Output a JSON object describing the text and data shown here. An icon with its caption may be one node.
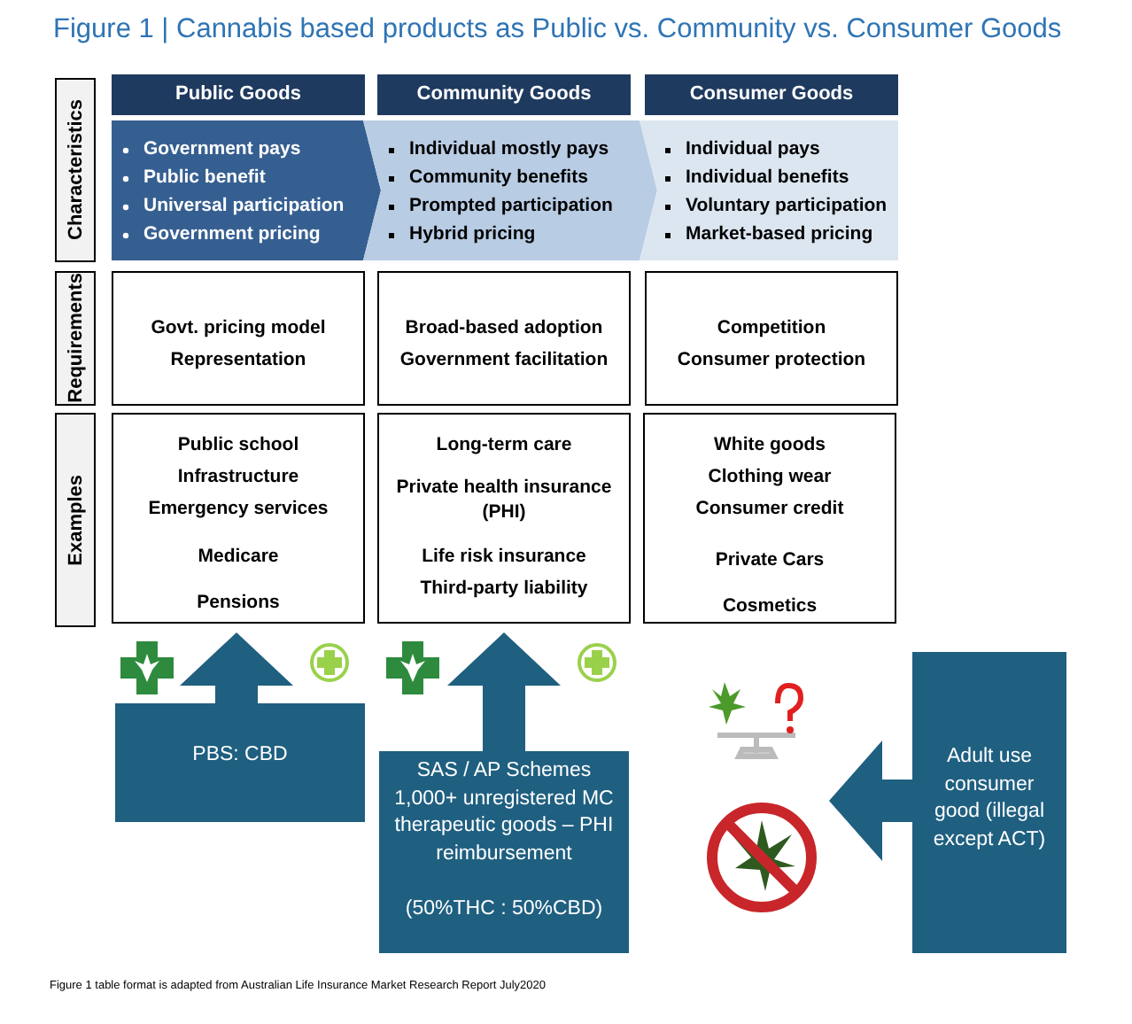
{
  "diagram": {
    "title": "Figure 1 | Cannabis based products as Public vs. Community vs. Consumer Goods",
    "caption": "Figure 1 table format is adapted from Australian Life Insurance Market Research Report July2020",
    "nodes": [
      {
        "text": [
          "Public Goods"
        ]
      },
      {
        "text": [
          "Community Goods"
        ]
      },
      {
        "text": [
          "Consumer Goods"
        ]
      },
      {
        "text": [
          "Characteristics"
        ]
      },
      {
        "text": [
          "Government pays",
          "Public benefit",
          "Universal participation",
          "Government pricing"
        ]
      },
      {
        "text": [
          "Individual mostly pays",
          "Community benefits",
          "Prompted participation",
          "Hybrid pricing"
        ]
      },
      {
        "text": [
          "Individual pays",
          "Individual benefits",
          "Voluntary participation",
          "Market-based pricing"
        ]
      },
      {
        "text": [
          "Requirements"
        ]
      },
      {
        "text": [
          "Govt. pricing model",
          "Representation"
        ]
      },
      {
        "text": [
          "Broad-based adoption",
          "Government facilitation"
        ]
      },
      {
        "text": [
          "Competition",
          "Consumer protection"
        ]
      },
      {
        "text": [
          "Examples"
        ]
      },
      {
        "text": [
          "Public school",
          "Infrastructure",
          "Emergency services",
          "Medicare",
          "Pensions"
        ]
      },
      {
        "text": [
          "Long-term care",
          "Private health insurance (PHI)",
          "Life risk insurance",
          "Third-party liability"
        ]
      },
      {
        "text": [
          "White goods",
          "Clothing wear",
          "Consumer credit",
          "Private Cars",
          "Cosmetics"
        ]
      },
      {
        "text": [
          "PBS: CBD"
        ]
      },
      {
        "text": [
          "SAS / AP Schemes 1,000+ unregistered MC therapeutic goods – PHI reimbursement",
          "(50%THC : 50%CBD)"
        ]
      },
      {
        "text": [
          "Adult use consumer good (illegal except ACT)"
        ]
      }
    ],
    "edges": [
      {
        "from": 15,
        "to": 12,
        "arrow": "to"
      },
      {
        "from": 16,
        "to": 13,
        "arrow": "to"
      },
      {
        "from": 17,
        "to": null,
        "arrow": "to"
      }
    ]
  }
}
